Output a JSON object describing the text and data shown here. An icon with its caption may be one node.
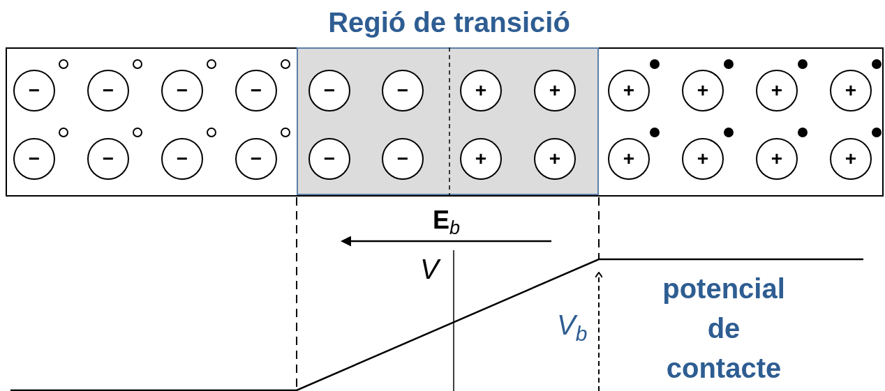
{
  "diagram": {
    "nodes": [
      {
        "text": [],
        "shape": "box"
      },
      {
        "text": [
          "Regió de transició"
        ],
        "in": 0
      },
      {
        "text": [
          "−"
        ],
        "in": 0
      },
      {
        "text": [
          "−"
        ],
        "in": 0
      },
      {
        "text": [
          "−"
        ],
        "in": 0
      },
      {
        "text": [
          "−"
        ],
        "in": 0
      },
      {
        "text": [
          "−"
        ],
        "in": 1
      },
      {
        "text": [
          "−"
        ],
        "in": 1
      },
      {
        "text": [
          "+"
        ],
        "in": 1
      },
      {
        "text": [
          "+"
        ],
        "in": 1
      },
      {
        "text": [
          "+"
        ],
        "in": 0
      },
      {
        "text": [
          "+"
        ],
        "in": 0
      },
      {
        "text": [
          "+"
        ],
        "in": 0
      },
      {
        "text": [
          "+"
        ],
        "in": 0
      },
      {
        "text": [
          "−"
        ],
        "in": 0
      },
      {
        "text": [
          "−"
        ],
        "in": 0
      },
      {
        "text": [
          "−"
        ],
        "in": 0
      },
      {
        "text": [
          "−"
        ],
        "in": 0
      },
      {
        "text": [
          "−"
        ],
        "in": 1
      },
      {
        "text": [
          "−"
        ],
        "in": 1
      },
      {
        "text": [
          "+"
        ],
        "in": 1
      },
      {
        "text": [
          "+"
        ],
        "in": 1
      },
      {
        "text": [
          "+"
        ],
        "in": 0
      },
      {
        "text": [
          "+"
        ],
        "in": 0
      },
      {
        "text": [
          "+"
        ],
        "in": 0
      },
      {
        "text": [
          "+"
        ],
        "in": 0
      }
    ],
    "labels": [
      "**E**$_{b}$",
      "V",
      "V$_{b}$",
      "potencial de contacte"
    ]
  }
}
